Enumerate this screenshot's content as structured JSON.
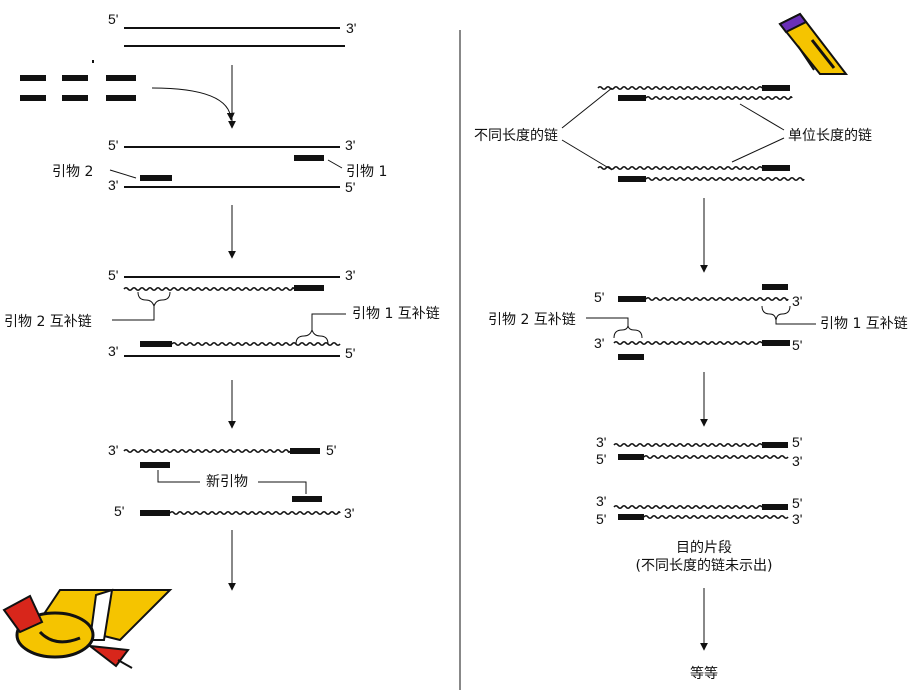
{
  "ends": {
    "five": "5'",
    "three": "3'"
  },
  "left": {
    "primer2": "引物 2",
    "primer1": "引物 1",
    "primer2_comp": "引物 2 互补链",
    "primer1_comp": "引物 1 互补链",
    "new_primer": "新引物"
  },
  "right": {
    "diff_length": "不同长度的链",
    "unit_length": "单位长度的链",
    "primer2_comp": "引物 2 互补链",
    "primer1_comp": "引物 1 互补链",
    "target_line1": "目的片段",
    "target_line2": "(不同长度的链未示出)",
    "etc": "等等"
  },
  "clipart": {
    "top_right": "pencil-icon",
    "bottom_left": "pencil-crayon-icon",
    "colors": {
      "yellow": "#f5c400",
      "purple": "#6a2fb8",
      "red": "#d8261b",
      "outline": "#111111"
    }
  }
}
